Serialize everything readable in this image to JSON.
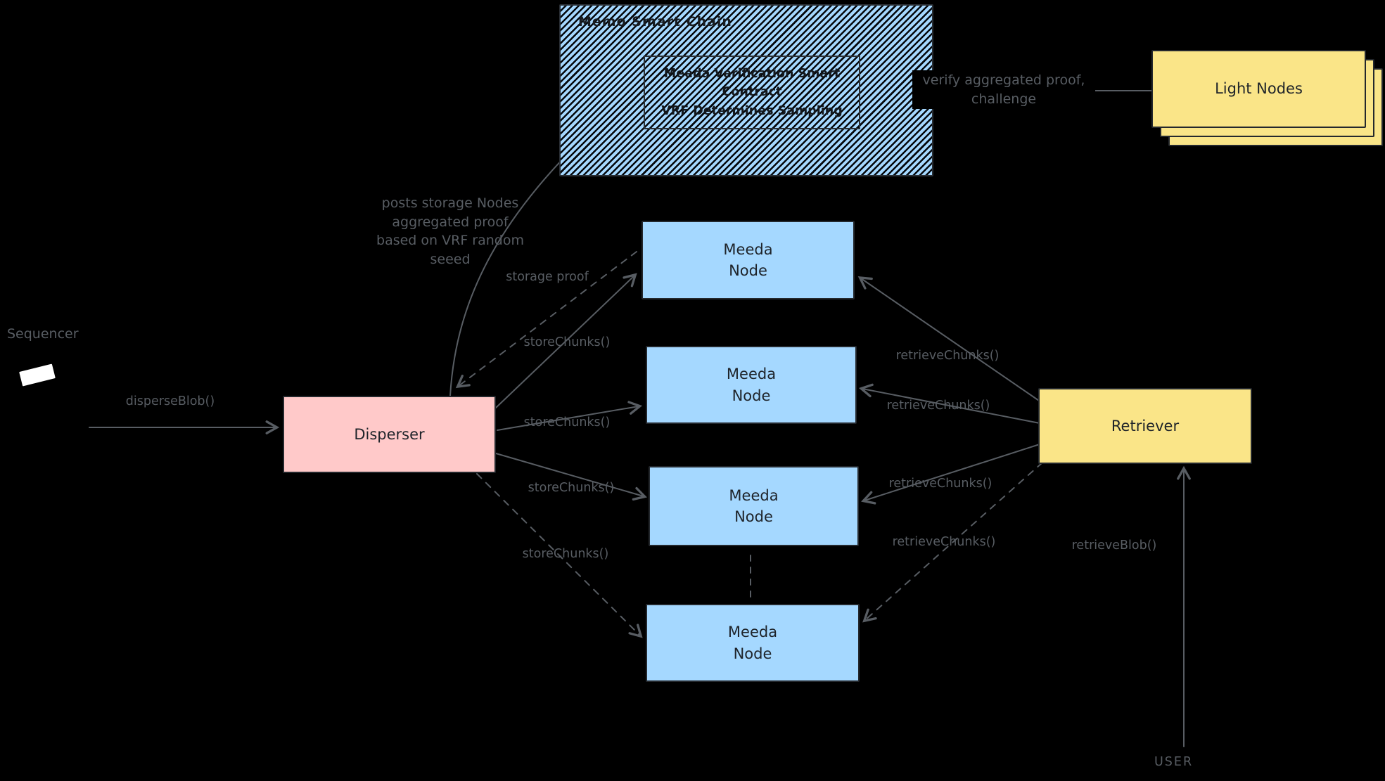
{
  "canvas": {
    "background": "#000000",
    "label_color": "#585d63",
    "colors": {
      "node_blue": "#a5d8ff",
      "disperser_pink": "#ffc9c9",
      "yellow": "#fae588"
    }
  },
  "chain": {
    "title": "Memo Smart Chain",
    "contract_lines": [
      "Meeda Verification Smart",
      "Contract",
      "VRF Determines Sampling"
    ]
  },
  "light_nodes": {
    "label": "Light Nodes"
  },
  "meeda_node": {
    "line1": "Meeda",
    "line2": "Node"
  },
  "disperser": {
    "label": "Disperser"
  },
  "retriever": {
    "label": "Retriever"
  },
  "actors": {
    "sequencer": "Sequencer",
    "user": "USER"
  },
  "edges": {
    "disperse_blob": "disperseBlob()",
    "storage_proof": "storage proof",
    "store_chunks": [
      "storeChunks()",
      "storeChunks()",
      "storeChunks()",
      "storeChunks()"
    ],
    "retrieve_chunks": [
      "retrieveChunks()",
      "retrieveChunks()",
      "retrieveChunks()",
      "retrieveChunks()"
    ],
    "retrieve_blob": "retrieveBlob()",
    "posts_proof_lines": [
      "posts storage Nodes",
      "aggregated proof",
      "based on VRF random",
      "seeed"
    ],
    "verify_lines": [
      "verify aggregated proof,",
      "challenge"
    ]
  }
}
